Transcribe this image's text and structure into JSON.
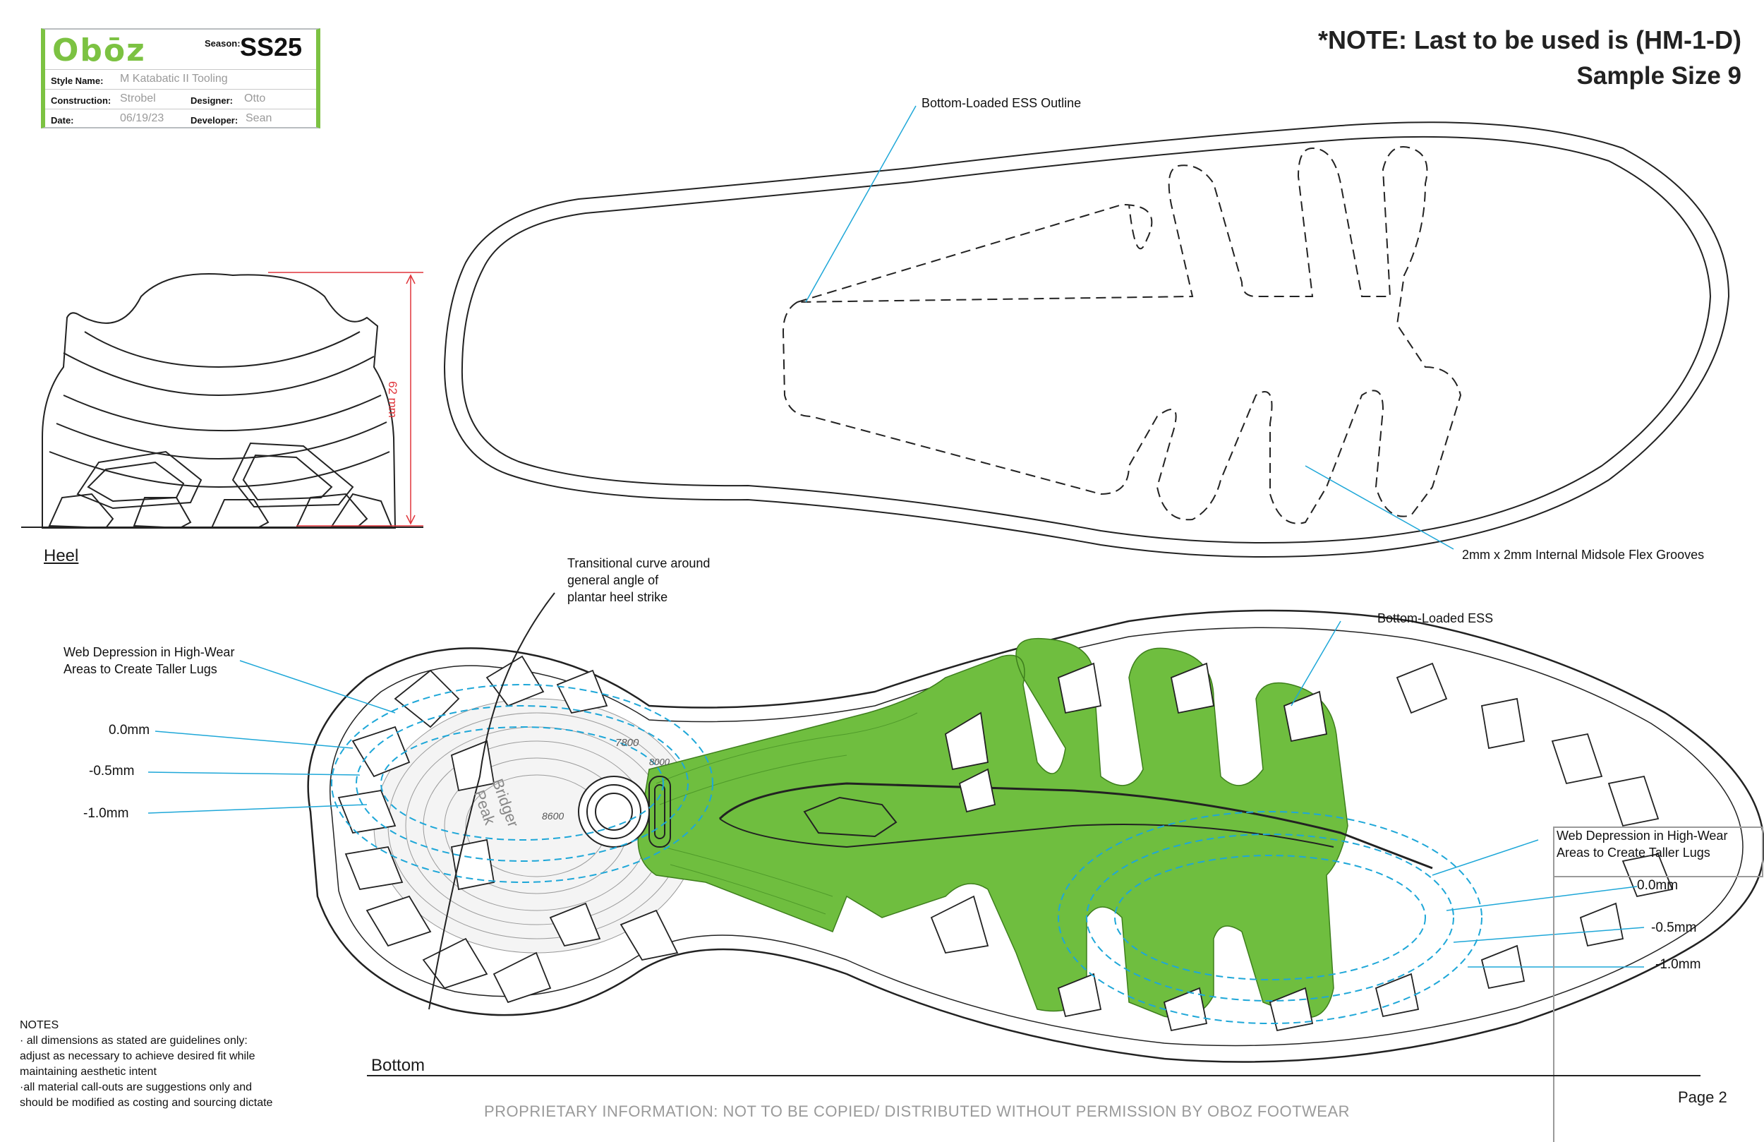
{
  "title_block": {
    "logo": "Obōz",
    "season_label": "Season:",
    "season_value": "SS25",
    "style_name_label": "Style Name:",
    "style_name_value": "M Katabatic II Tooling",
    "construction_label": "Construction:",
    "construction_value": "Strobel",
    "designer_label": "Designer:",
    "designer_value": "Otto",
    "date_label": "Date:",
    "date_value": "06/19/23",
    "developer_label": "Developer:",
    "developer_value": "Sean"
  },
  "header": {
    "note": "*NOTE: Last to be used is  (HM-1-D)",
    "sample_size": "Sample Size 9"
  },
  "heel_view": {
    "label": "Heel",
    "dimension": "62 mm"
  },
  "top_view": {
    "callout_ess_outline": "Bottom-Loaded ESS Outline",
    "callout_flex_grooves": "2mm x 2mm Internal Midsole Flex Grooves"
  },
  "bottom_view": {
    "label": "Bottom",
    "callout_transitional": [
      "Transitional curve around",
      "general angle of",
      "plantar heel strike"
    ],
    "callout_ess": "Bottom-Loaded ESS",
    "callout_web_left": [
      "Web Depression in High-Wear",
      "Areas to Create Taller Lugs"
    ],
    "callout_web_right": [
      "Web Depression in High-Wear",
      "Areas to Create Taller Lugs"
    ],
    "depths_left": [
      "0.0mm",
      "-0.5mm",
      "-1.0mm"
    ],
    "depths_right": [
      "0.0mm",
      "-0.5mm",
      "-1.0mm"
    ],
    "contour_labels": [
      "7800",
      "8000",
      "8600",
      "Bridger",
      "Peak"
    ]
  },
  "notes": {
    "heading": "NOTES",
    "lines": [
      "· all dimensions as stated are guidelines only:",
      "adjust as necessary to achieve desired fit while",
      "maintaining aesthetic intent",
      "·all material call-outs are suggestions only and",
      "should be modified as costing and sourcing dictate"
    ]
  },
  "footer": {
    "proprietary": "PROPRIETARY INFORMATION: NOT TO BE COPIED/ DISTRIBUTED WITHOUT PERMISSION BY OBOZ FOOTWEAR",
    "page": "Page 2"
  },
  "colors": {
    "brand_green": "#7cc242",
    "ess_green": "#6fbe3f",
    "callout_blue": "#1ea7d8",
    "dimension_red": "#e0353b",
    "outline": "#222222"
  }
}
